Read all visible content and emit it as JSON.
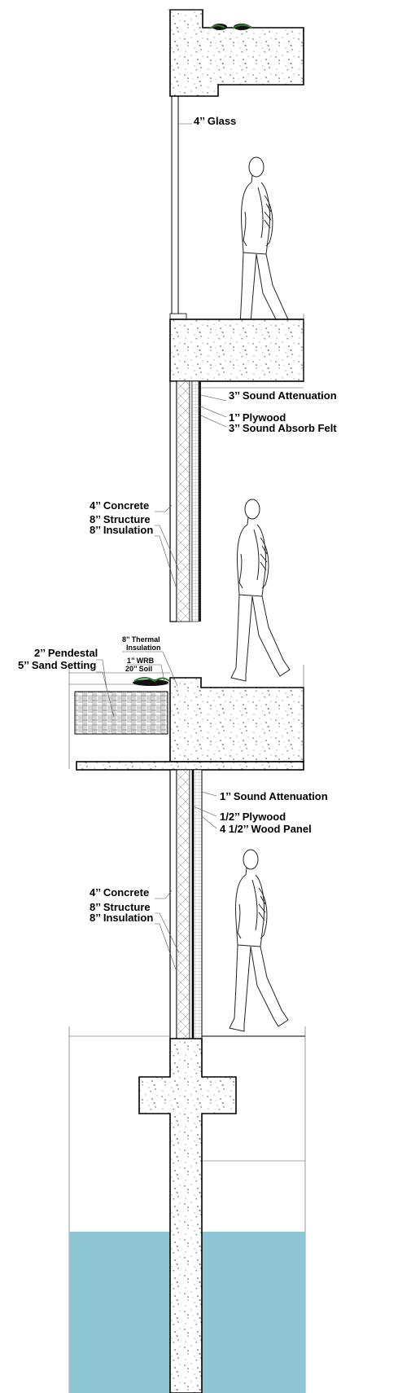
{
  "labels": {
    "glass": "4’’ Glass",
    "sound_attenuation_3": "3’’ Sound Attenuation",
    "plywood_1": "1’’ Plywood",
    "sound_absorb_felt": "3’’ Sound Absorb Felt",
    "concrete_upper": "4’’ Concrete",
    "structure_upper": "8’’ Structure",
    "insulation_upper": "8’’ Insulation",
    "thermal_insulation_line1": "8’’ Thermal",
    "thermal_insulation_line2": "Insulation",
    "wrb": "1’’ WRB",
    "soil": "20’’ Soil",
    "pedestal": "2’’ Pendestal",
    "sand_setting": "5’’ Sand Setting",
    "sound_attenuation_1": "1’’ Sound Attenuation",
    "plywood_half": "1/2’’ Plywood",
    "wood_panel": "4 1/2’’ Wood Panel",
    "concrete_lower": "4’’ Concrete",
    "structure_lower": "8’’ Structure",
    "insulation_lower": "8’’ Insulation"
  },
  "colors": {
    "water": "#8ec5d4",
    "plants": "#2e7d32",
    "concrete_speckle": "#444444"
  }
}
